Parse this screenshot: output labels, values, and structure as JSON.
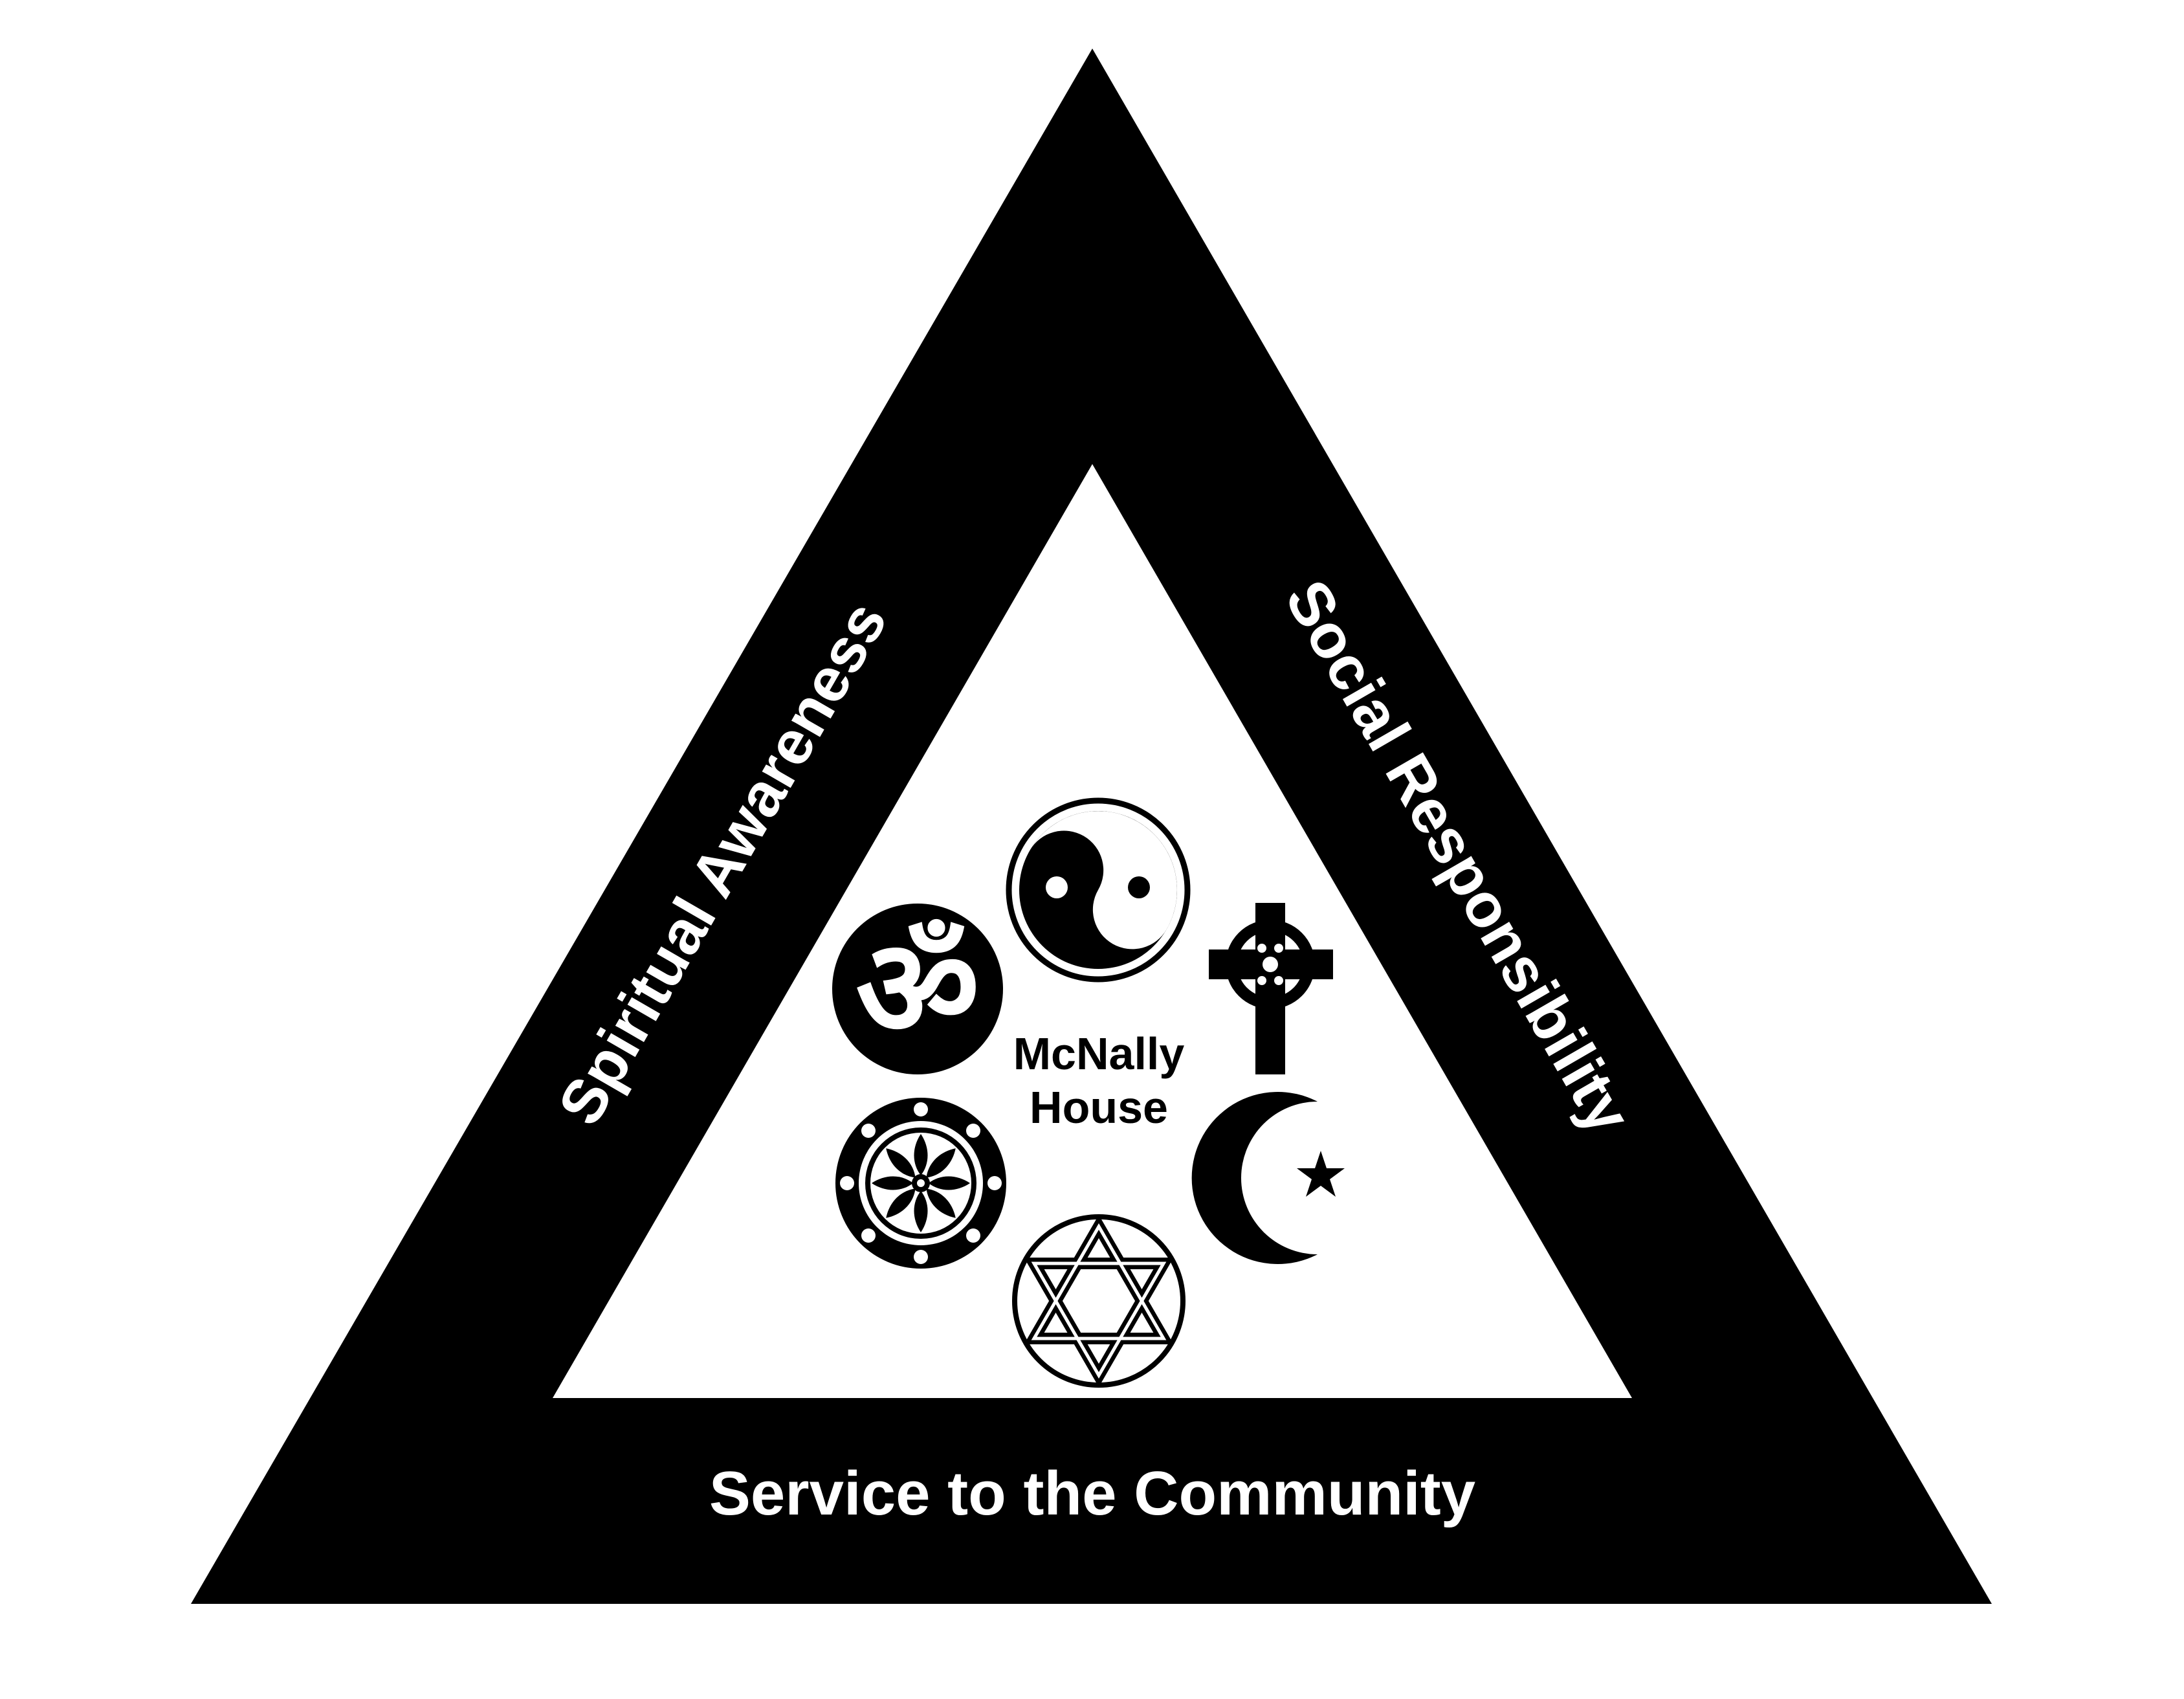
{
  "diagram": {
    "left_side_label": "Spiritual Awareness",
    "right_side_label": "Social Responsibility",
    "base_label": "Service to the Community",
    "center_line1": "McNally",
    "center_line2": "House"
  },
  "symbols": [
    {
      "name": "om",
      "icon": "om-symbol-icon",
      "glyph": "ॐ"
    },
    {
      "name": "yin-yang",
      "icon": "yin-yang-icon"
    },
    {
      "name": "celtic-cross",
      "icon": "celtic-cross-icon"
    },
    {
      "name": "crescent-star",
      "icon": "crescent-star-icon"
    },
    {
      "name": "star-of-david",
      "icon": "star-of-david-icon"
    },
    {
      "name": "dharma-wheel",
      "icon": "dharma-wheel-icon"
    }
  ],
  "colors": {
    "ink": "#000000",
    "paper": "#ffffff"
  }
}
